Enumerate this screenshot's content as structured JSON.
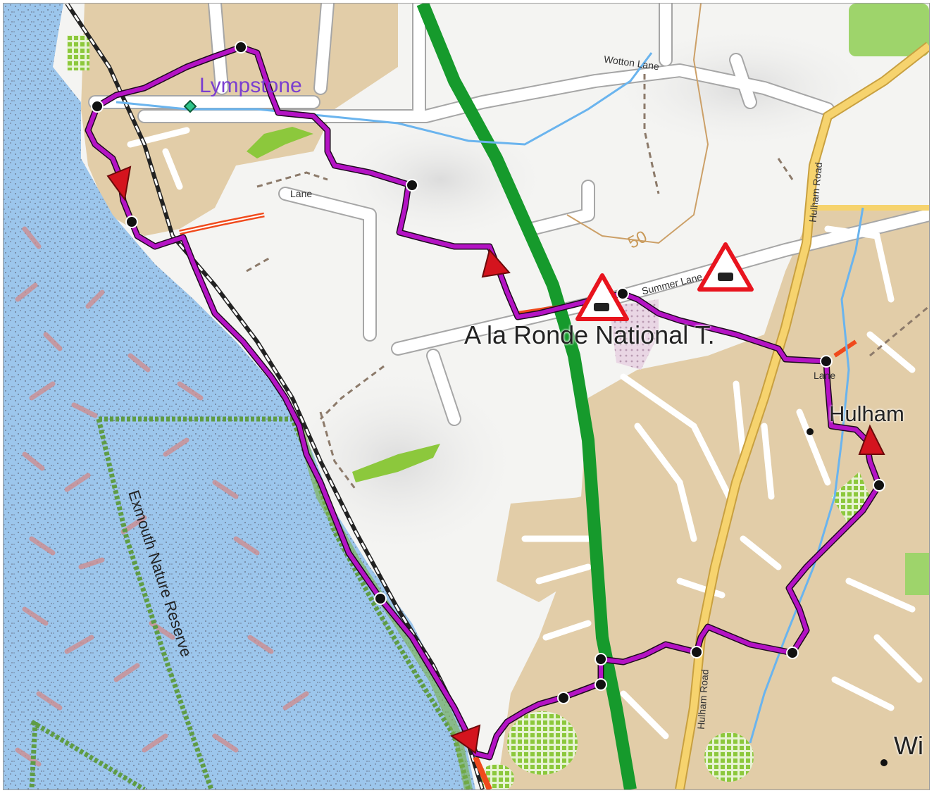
{
  "map": {
    "colors": {
      "water": "#9cc6ec",
      "land": "#f4f4f2",
      "urban": "#e2cda8",
      "road": "#ffffff",
      "main_road": "#169a2c",
      "b_road": "#f2cc66",
      "route": "#b413c4",
      "reserve": "#5f9c45",
      "park": "#8cc83c",
      "stream": "#6ab4ee",
      "hazard": "#e8141e",
      "orange_road": "#f04a1c",
      "contour": "#cca068"
    },
    "labels": {
      "lympstone": "Lympstone",
      "a_la_ronde": "A la Ronde National T.",
      "hulham": "Hulham",
      "wi": "Wi",
      "reserve": "Exmouth Nature Reserve",
      "contour": "50",
      "wotton_lane": "Wotton Lane",
      "summer_lane": "Summer Lane",
      "hulham_road_top": "Hulham Road",
      "hulham_road_bottom": "Hulham Road",
      "lane_1": "Lane",
      "lane_2": "Lane"
    },
    "icons": {
      "hazard_sign": "warning-triangle-car-icon",
      "poi": "green-diamond-icon",
      "route_arrow": "red-direction-arrow-icon",
      "waypoint": "black-dot-icon"
    }
  }
}
